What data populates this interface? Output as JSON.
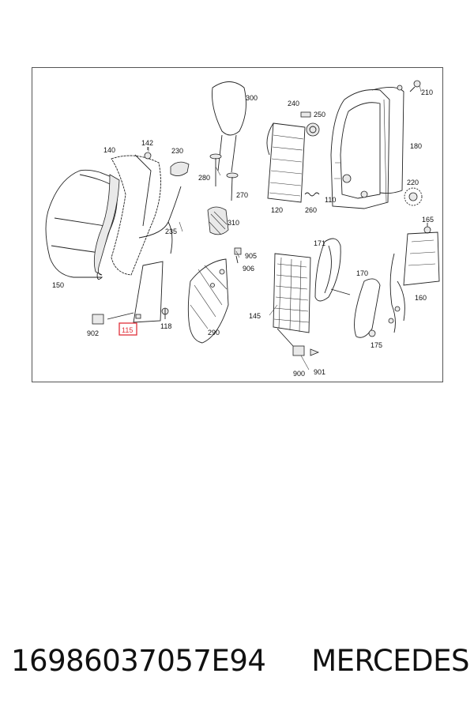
{
  "diagram": {
    "labels": {
      "l300": "300",
      "l240": "240",
      "l250": "250",
      "l210": "210",
      "l140": "140",
      "l142": "142",
      "l230": "230",
      "l180": "180",
      "l280": "280",
      "l270": "270",
      "l220": "220",
      "l120": "120",
      "l260": "260",
      "l110": "110",
      "l165": "165",
      "l235": "235",
      "l310": "310",
      "l171": "171",
      "l905": "905",
      "l906": "906",
      "l150": "150",
      "l170": "170",
      "l160": "160",
      "l145": "145",
      "l902": "902",
      "l115": "115",
      "l118": "118",
      "l290": "290",
      "l175": "175",
      "l900": "900",
      "l901": "901"
    },
    "highlight_color": "#e0303a"
  },
  "footer": {
    "part_number": "16986037057E94",
    "brand": "MERCEDES"
  }
}
